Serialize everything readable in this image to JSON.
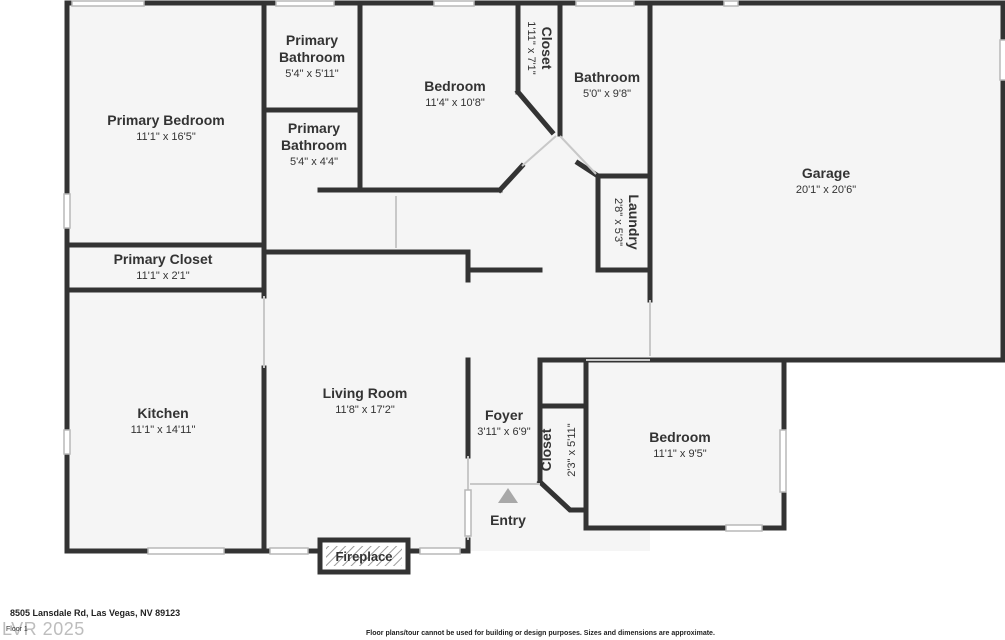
{
  "rooms": [
    {
      "id": "primary-bedroom",
      "name": "Primary Bedroom",
      "dims": "11'1\" x 16'5\""
    },
    {
      "id": "primary-bathroom-1",
      "name_lines": [
        "Primary",
        "Bathroom"
      ],
      "dims": "5'4\" x 5'11\""
    },
    {
      "id": "primary-bathroom-2",
      "name_lines": [
        "Primary",
        "Bathroom"
      ],
      "dims": "5'4\" x 4'4\""
    },
    {
      "id": "bedroom-north",
      "name": "Bedroom",
      "dims": "11'4\" x 10'8\""
    },
    {
      "id": "closet-north",
      "name": "Closet",
      "dims": "1'11\" x 7'1\""
    },
    {
      "id": "bathroom",
      "name": "Bathroom",
      "dims": "5'0\" x 9'8\""
    },
    {
      "id": "laundry",
      "name": "Laundry",
      "dims": "2'8\" x 5'3\""
    },
    {
      "id": "garage",
      "name": "Garage",
      "dims": "20'1\" x 20'6\""
    },
    {
      "id": "primary-closet",
      "name": "Primary Closet",
      "dims": "11'1\" x 2'1\""
    },
    {
      "id": "kitchen",
      "name": "Kitchen",
      "dims": "11'1\" x 14'11\""
    },
    {
      "id": "living-room",
      "name": "Living Room",
      "dims": "11'8\" x 17'2\""
    },
    {
      "id": "foyer",
      "name": "Foyer",
      "dims": "3'11\" x 6'9\""
    },
    {
      "id": "closet-south",
      "name": "Closet",
      "dims": "2'3\" x 5'11\""
    },
    {
      "id": "bedroom-south",
      "name": "Bedroom",
      "dims": "11'1\" x 9'5\""
    }
  ],
  "fireplace_label": "Fireplace",
  "entry_label": "Entry",
  "footer": {
    "address": "8505 Lansdale Rd, Las Vegas, NV 89123",
    "watermark": "LVR 2025",
    "floor_tag": "Floor 1",
    "disclaimer": "Floor plans/tour cannot be used for building or design purposes. Sizes and dimensions are approximate."
  },
  "colors": {
    "wall": "#333333",
    "floor": "#f5f5f5",
    "window": "#b8b8b8",
    "entry_marker": "#a8a8a8"
  }
}
